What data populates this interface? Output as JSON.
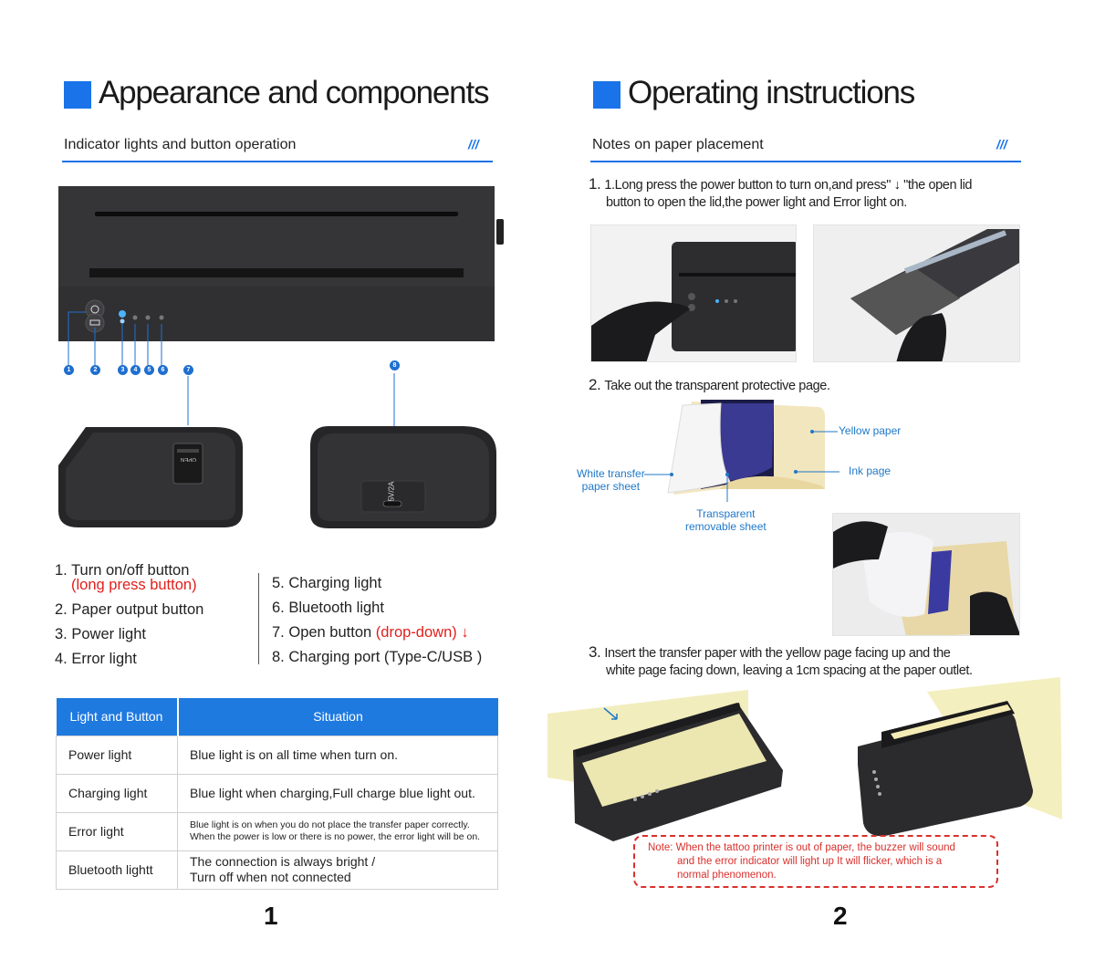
{
  "colors": {
    "accent": "#1a73e8",
    "table_header": "#1f7ae0",
    "note_red": "#d9302c",
    "device": "#2c2c2e"
  },
  "left": {
    "title": "Appearance and components",
    "subtitle": "Indicator lights and button operation",
    "slash": "///",
    "page_number": "1",
    "callouts": [
      "1",
      "2",
      "3",
      "4",
      "5",
      "6",
      "7",
      "8"
    ],
    "side_labels": {
      "open": "OPEN",
      "port": "5V/2A"
    },
    "components_left": [
      {
        "n": "1.",
        "label": "Turn on/off button",
        "extra": "(long press button)"
      },
      {
        "n": "2.",
        "label": "Paper output button"
      },
      {
        "n": "3.",
        "label": "Power light"
      },
      {
        "n": "4.",
        "label": "Error light"
      }
    ],
    "components_right": [
      {
        "n": "5.",
        "label": "Charging light"
      },
      {
        "n": "6.",
        "label": "Bluetooth light"
      },
      {
        "n": "7.",
        "label": "Open button ",
        "extra": "(drop-down) ↓"
      },
      {
        "n": "8.",
        "label": "Charging port (Type-C/USB )"
      }
    ],
    "table": {
      "headers": [
        "Light and Button",
        "Situation"
      ],
      "rows": [
        {
          "light": "Power light",
          "situation": "Blue light is on all time when turn on."
        },
        {
          "light": "Charging light",
          "situation": "Blue light when charging,Full charge blue light out."
        },
        {
          "light": "Error light",
          "situation1": "Blue light is on when you do not place the transfer paper correctly.",
          "situation2": "When the power is low or there is no power, the error light will be on."
        },
        {
          "light": "Bluetooth lightt",
          "situation1": "The connection is always bright /",
          "situation2": "Turn off when not connected"
        }
      ]
    }
  },
  "right": {
    "title": "Operating instructions",
    "subtitle": "Notes on paper placement",
    "slash": "///",
    "page_number": "2",
    "step1": {
      "n": "1.",
      "line1": "1.Long press the power button to turn on,and press\" ↓ \"the open lid",
      "line2": "button to open the lid,the power light and Error light on."
    },
    "step2": {
      "n": "2.",
      "text": "Take out the transparent protective page."
    },
    "paper_labels": {
      "yellow": "Yellow paper",
      "ink": "Ink page",
      "white1": "White transfer",
      "white2": "paper sheet",
      "trans1": "Transparent",
      "trans2": "removable sheet"
    },
    "step3": {
      "n": "3.",
      "line1": "Insert the transfer paper with the yellow page facing up and the",
      "line2": "white page facing down, leaving a 1cm spacing at the paper outlet."
    },
    "note": {
      "line1": "Note: When the tattoo printer is out of paper, the buzzer will sound",
      "line2": "and the error indicator will light up It will flicker, which is a",
      "line3": "normal phenomenon."
    }
  }
}
